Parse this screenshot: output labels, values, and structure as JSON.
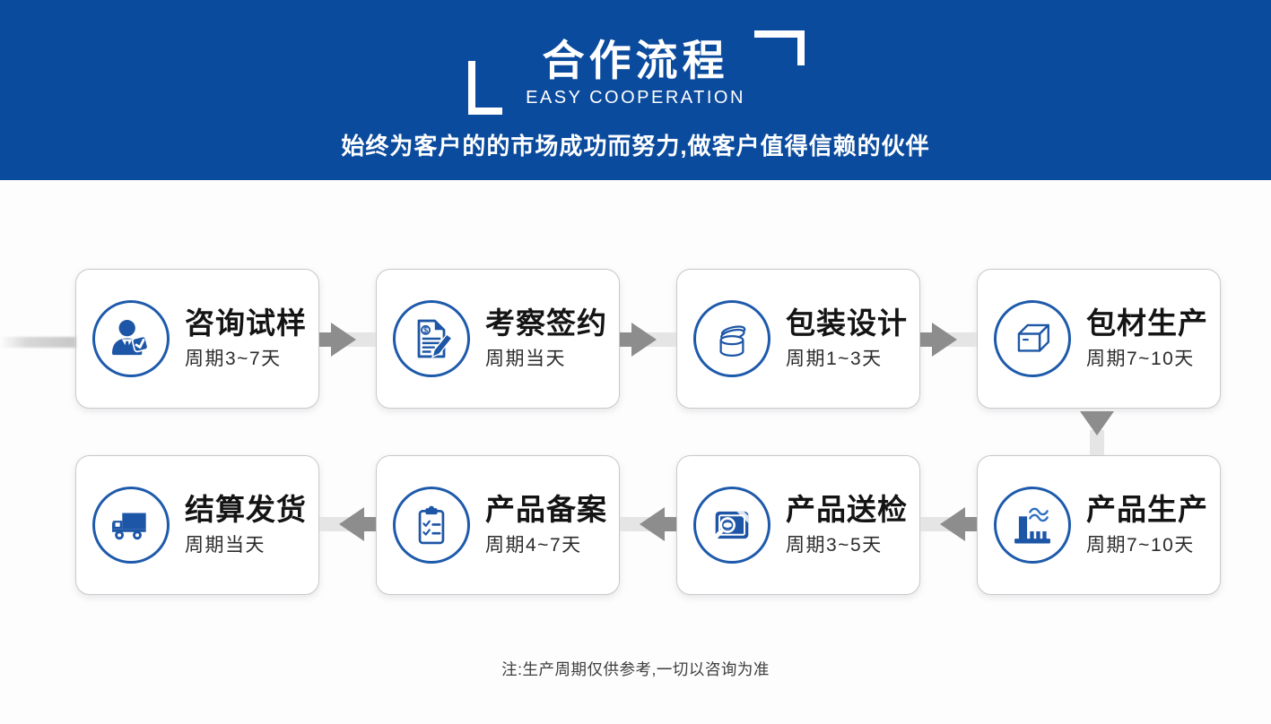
{
  "header": {
    "title": "合作流程",
    "subtitle": "EASY COOPERATION",
    "tagline": "始终为客户的的市场成功而努力,做客户值得信赖的伙伴",
    "background_color": "#0b4b9e"
  },
  "steps": [
    {
      "title": "咨询试样",
      "period": "周期3~7天",
      "icon": "person-check-icon"
    },
    {
      "title": "考察签约",
      "period": "周期当天",
      "icon": "document-pen-icon"
    },
    {
      "title": "包装设计",
      "period": "周期1~3天",
      "icon": "cosmetic-jar-icon"
    },
    {
      "title": "包材生产",
      "period": "周期7~10天",
      "icon": "package-box-icon"
    },
    {
      "title": "产品生产",
      "period": "周期7~10天",
      "icon": "factory-icon"
    },
    {
      "title": "产品送检",
      "period": "周期3~5天",
      "icon": "magnifier-inspection-icon"
    },
    {
      "title": "产品备案",
      "period": "周期4~7天",
      "icon": "clipboard-checklist-icon"
    },
    {
      "title": "结算发货",
      "period": "周期当天",
      "icon": "delivery-truck-icon"
    }
  ],
  "flow": {
    "row1_direction": "left-to-right",
    "row2_direction": "right-to-left",
    "arrow_dark_color": "#8d8d8d",
    "arrow_light_color": "#e5e5e5"
  },
  "colors": {
    "icon_blue": "#1d56a6",
    "icon_circle_border": "#1e5aab",
    "card_border": "#c9c9c9",
    "title_text": "#141414",
    "period_text": "#2b2b2b"
  },
  "footer": {
    "note": "注:生产周期仅供参考,一切以咨询为准"
  }
}
